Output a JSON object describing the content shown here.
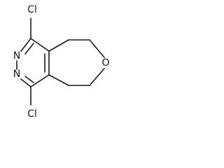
{
  "molecule": {
    "atoms": {
      "cl_top": "Cl",
      "cl_bottom": "Cl",
      "n_upper": "N",
      "n_lower": "N",
      "o_ring": "O"
    }
  }
}
